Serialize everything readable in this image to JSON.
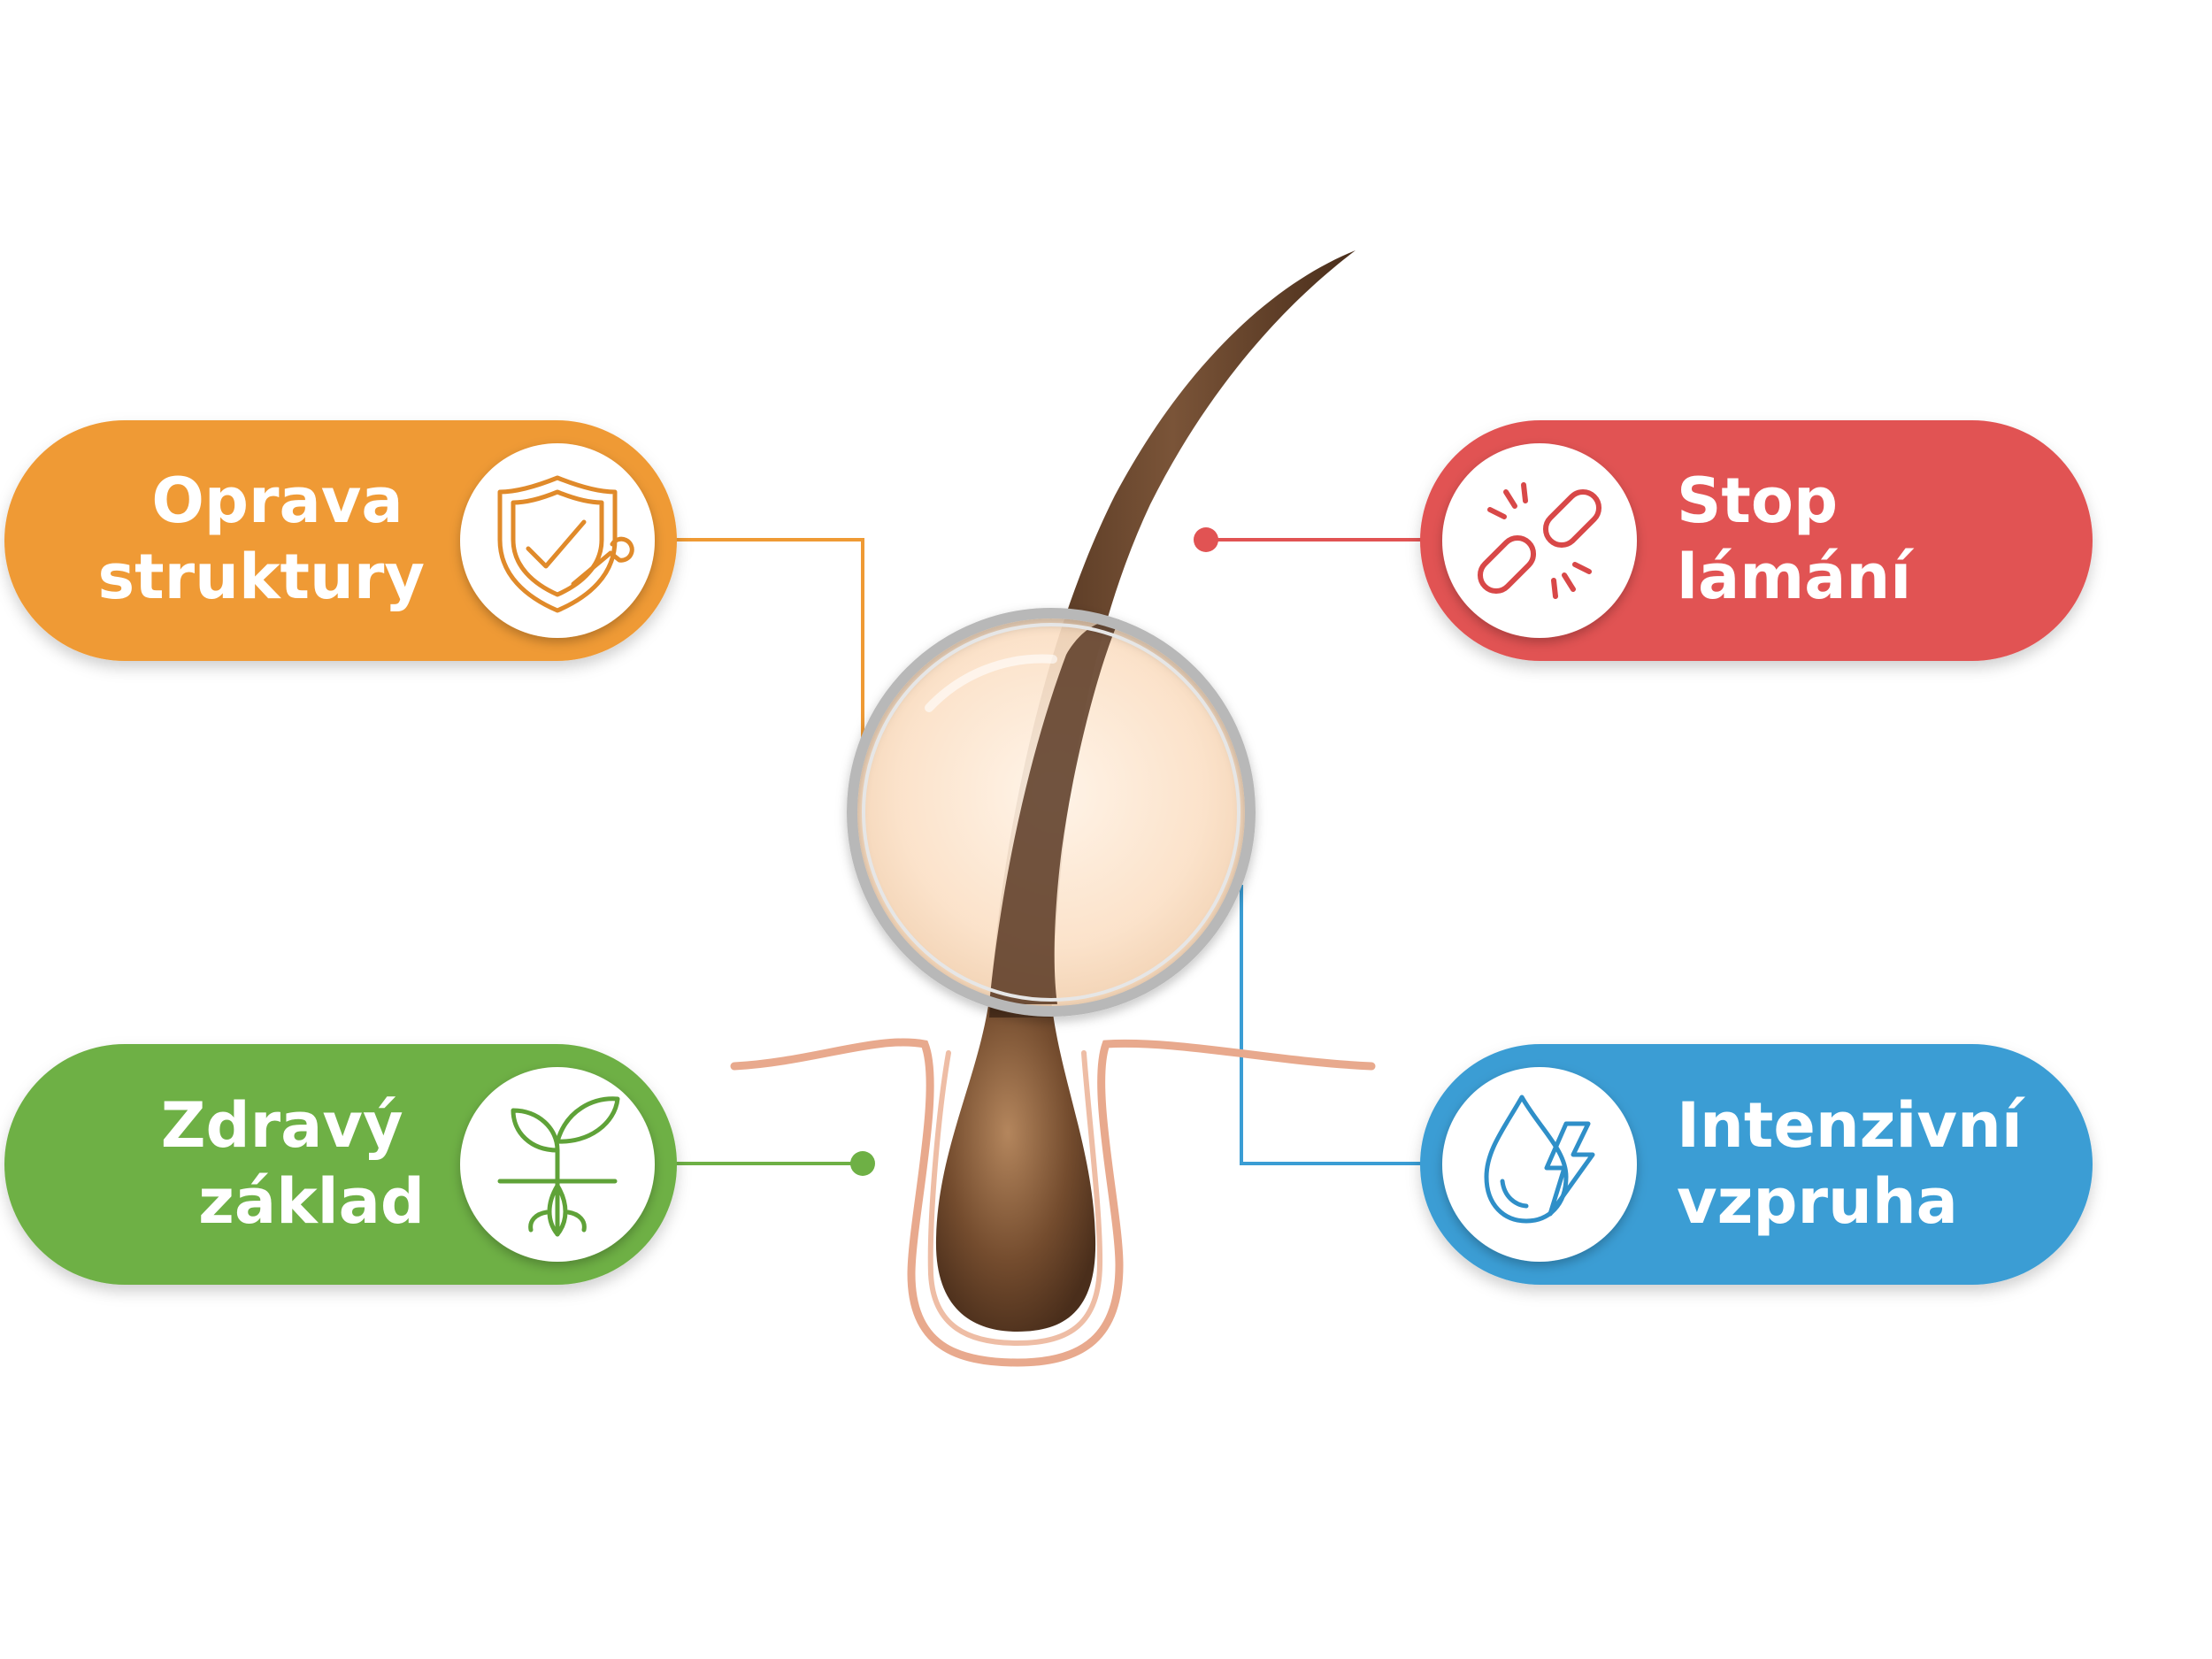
{
  "features": [
    {
      "id": "structure-repair",
      "line1": "Oprava",
      "line2": "struktury",
      "icon": "shield-wrench-icon",
      "color": "#EF9A34"
    },
    {
      "id": "stop-breakage",
      "line1": "Stop",
      "line2": "lámání",
      "icon": "broken-chain-icon",
      "color": "#E15353"
    },
    {
      "id": "healthy-base",
      "line1": "Zdravý",
      "line2": "základ",
      "icon": "sprout-root-icon",
      "color": "#6EB045"
    },
    {
      "id": "intense-bounce",
      "line1": "Intenzivní",
      "line2": "vzpruha",
      "icon": "water-drop-bolt-icon",
      "color": "#3A9DD4"
    }
  ],
  "colors": {
    "hair": "#5a3a24",
    "bulb": "#6b4629",
    "skin": "#e8a98d",
    "lens_fill": "#fbe3cc",
    "lens_ring": "#b8b8b8"
  }
}
